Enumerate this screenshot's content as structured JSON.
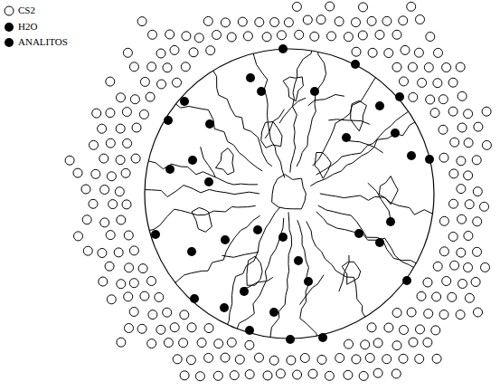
{
  "diagram": {
    "legend": [
      {
        "text": "CS2"
      },
      {
        "text": "H2O"
      },
      {
        "text": "ANALITOS"
      }
    ]
  }
}
